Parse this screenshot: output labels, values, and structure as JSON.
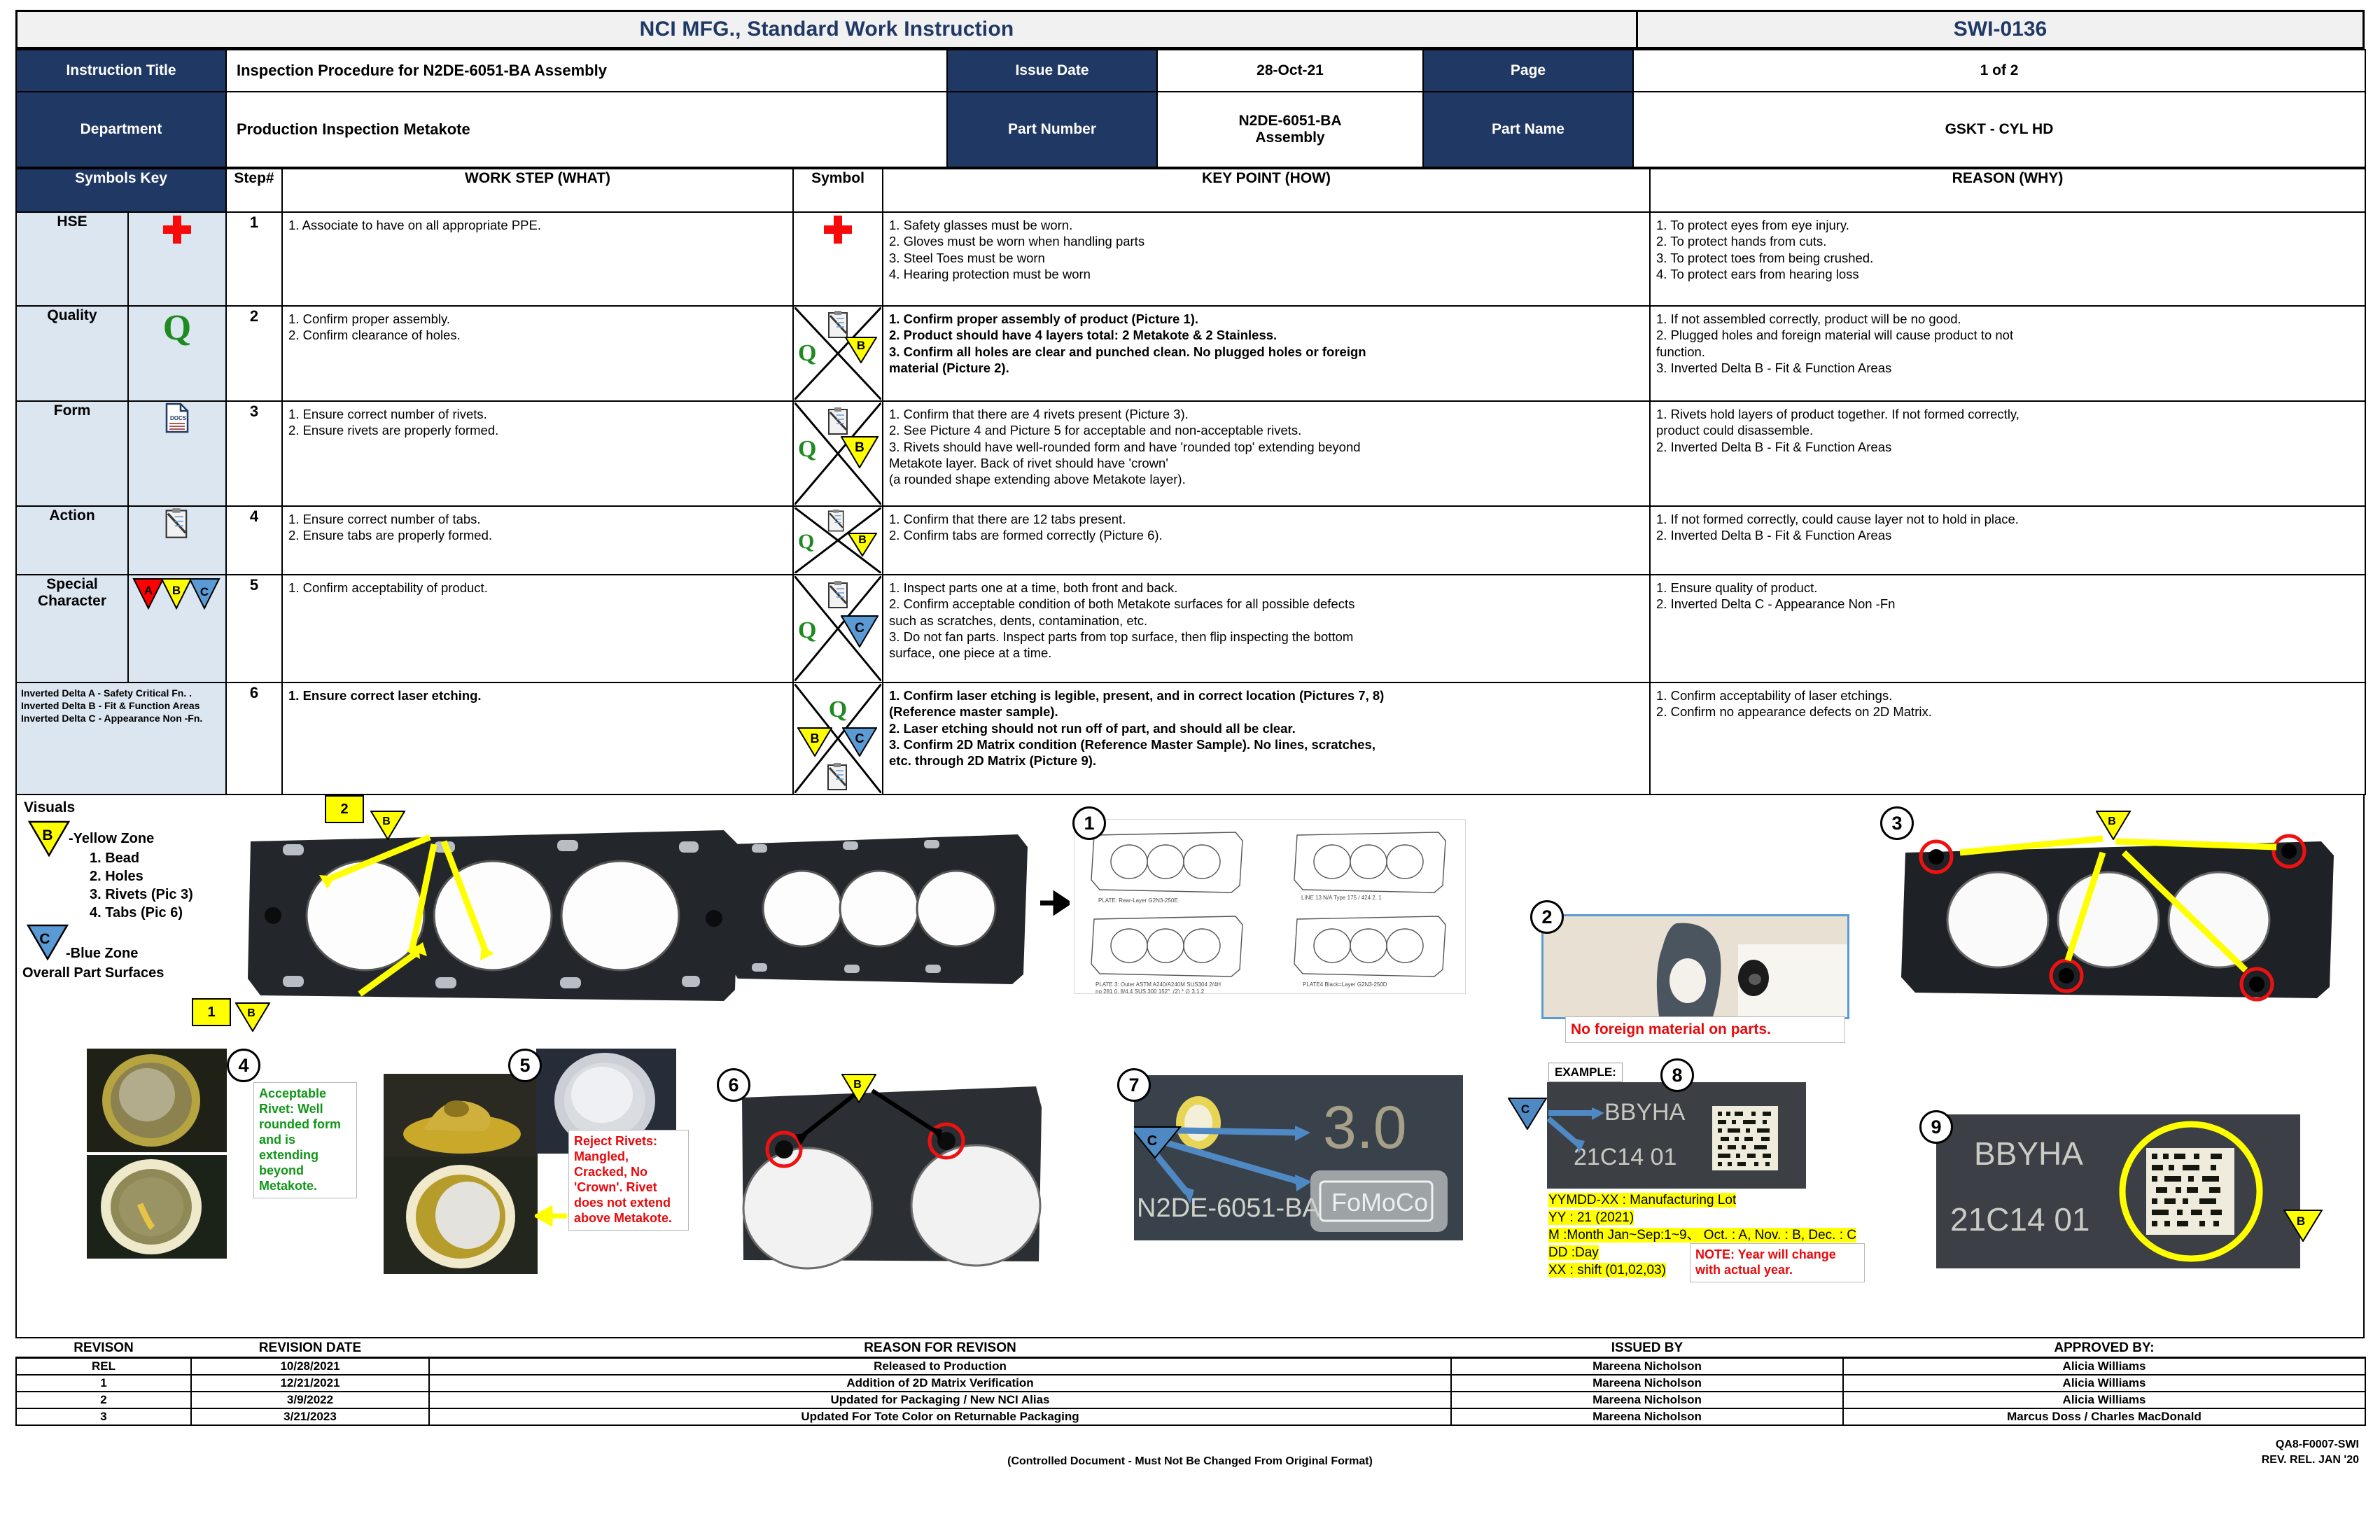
{
  "header": {
    "doc_title": "NCI MFG., Standard Work Instruction",
    "doc_number": "SWI-0136",
    "instruction_title_label": "Instruction Title",
    "instruction_title_value": "Inspection Procedure for N2DE-6051-BA Assembly",
    "issue_date_label": "Issue Date",
    "issue_date_value": "28-Oct-21",
    "page_label": "Page",
    "page_value": "1 of 2",
    "department_label": "Department",
    "department_value": "Production Inspection Metakote",
    "part_number_label": "Part Number",
    "part_number_value": "N2DE-6051-BA\nAssembly",
    "part_number_line1": "N2DE-6051-BA",
    "part_number_line2": "Assembly",
    "part_name_label": "Part Name",
    "part_name_value": "GSKT - CYL HD"
  },
  "columns": {
    "symbols_key": "Symbols Key",
    "step": "Step#",
    "work_step": "WORK STEP (WHAT)",
    "symbol": "Symbol",
    "key_point": "KEY POINT (HOW)",
    "reason": "REASON (WHY)"
  },
  "symbols_key": [
    {
      "name": "HSE",
      "icon": "red-cross-icon"
    },
    {
      "name": "Quality",
      "icon": "green-q-icon"
    },
    {
      "name": "Form",
      "icon": "docs-form-icon"
    },
    {
      "name": "Action",
      "icon": "clipboard-pen-icon"
    },
    {
      "name": "Special Character",
      "icon": "abc-triangles-icon"
    }
  ],
  "delta_legend": [
    "Inverted Delta A - Safety Critical Fn. .",
    "Inverted Delta B - Fit & Function Areas",
    "Inverted Delta C  - Appearance Non -Fn."
  ],
  "rows": [
    {
      "step": "1",
      "work_step": [
        "1. Associate to have on all appropriate PPE."
      ],
      "symbol": "red-cross-icon",
      "key_point": [
        "1. Safety glasses must be worn.",
        "2. Gloves must be worn when handling parts",
        "3. Steel Toes must be worn",
        "4. Hearing protection must be worn"
      ],
      "key_point_bold": false,
      "reason": [
        "1. To protect eyes from eye injury.",
        "2. To protect hands from cuts.",
        "3. To protect toes from being crushed.",
        "4. To protect ears from hearing loss"
      ]
    },
    {
      "step": "2",
      "work_step": [
        "1. Confirm proper assembly.",
        "2. Confirm clearance of holes."
      ],
      "symbol": "q-clipboard-b-triangle",
      "key_point": [
        "1. Confirm proper assembly of product (Picture 1).",
        "2. Product should have 4 layers total: 2 Metakote & 2 Stainless.",
        "3. Confirm all holes are clear and punched clean. No plugged holes or foreign",
        "material (Picture 2)."
      ],
      "key_point_bold": true,
      "reason": [
        "1. If not assembled correctly, product will be no good.",
        "2. Plugged holes and foreign material will cause product to not",
        "function.",
        "3. Inverted Delta B - Fit & Function Areas"
      ]
    },
    {
      "step": "3",
      "work_step": [
        "1. Ensure correct number of rivets.",
        "2. Ensure rivets are properly formed."
      ],
      "symbol": "q-clipboard-b-triangle",
      "key_point": [
        "1. Confirm that there are 4 rivets present (Picture 3).",
        "2. See Picture 4 and Picture 5 for acceptable and non-acceptable rivets.",
        "3. Rivets should have well-rounded form and have 'rounded top' extending beyond",
        "Metakote layer. Back of rivet should have 'crown'",
        "(a rounded shape extending above Metakote layer)."
      ],
      "key_point_bold": false,
      "reason": [
        "1. Rivets hold layers of product together. If not formed correctly,",
        "product could disassemble.",
        "2. Inverted Delta B - Fit & Function Areas"
      ]
    },
    {
      "step": "4",
      "work_step": [
        "1. Ensure correct number of tabs.",
        "2. Ensure tabs are properly formed."
      ],
      "symbol": "q-clipboard-b-triangle",
      "key_point": [
        "1. Confirm that there are 12 tabs present.",
        "2. Confirm tabs are formed correctly (Picture 6)."
      ],
      "key_point_bold": false,
      "reason": [
        "1. If not formed correctly, could cause layer not to hold in place.",
        "2. Inverted Delta B - Fit & Function Areas"
      ]
    },
    {
      "step": "5",
      "work_step": [
        "1. Confirm acceptability of product."
      ],
      "symbol": "q-clipboard-c-triangle",
      "key_point": [
        "1. Inspect parts one at a time, both front and back.",
        "2. Confirm acceptable condition of both Metakote surfaces for all possible defects",
        "such as scratches, dents, contamination, etc.",
        "3. Do not fan parts. Inspect parts from top surface, then flip inspecting the bottom",
        "surface, one piece at a time."
      ],
      "key_point_bold": false,
      "reason": [
        "1. Ensure quality of product.",
        "2. Inverted Delta C  - Appearance Non -Fn"
      ]
    },
    {
      "step": "6",
      "work_step": [
        "1. Ensure correct laser etching."
      ],
      "work_step_bold": true,
      "symbol": "q-b-c-clipboard",
      "key_point": [
        "1. Confirm laser etching is legible, present, and in correct location (Pictures 7, 8)",
        "(Reference master sample).",
        "2. Laser etching should not run off of part, and should all be clear.",
        "3. Confirm 2D Matrix condition (Reference Master Sample). No lines, scratches,",
        "etc. through 2D Matrix (Picture 9)."
      ],
      "key_point_bold": true,
      "reason": [
        "1. Confirm acceptability of laser etchings.",
        "2. Confirm no appearance defects on 2D Matrix."
      ]
    }
  ],
  "visuals": {
    "title": "Visuals",
    "yellow_zone_label": "-Yellow Zone",
    "yellow_zone_badge": "B",
    "yellow_items": [
      "1. Bead",
      "2. Holes",
      "3. Rivets (Pic 3)",
      "4. Tabs (Pic 6)"
    ],
    "blue_zone_badge": "C",
    "blue_zone_label": "-Blue Zone",
    "blue_zone_sub": "Overall Part Surfaces",
    "callouts": [
      "1",
      "2",
      "3",
      "4",
      "5",
      "6",
      "7",
      "8",
      "9"
    ],
    "zone_markers": [
      "1",
      "2",
      "3"
    ],
    "note_pic4": "Acceptable Rivet: Well rounded form and is extending beyond Metakote.",
    "note_pic5": "Reject Rivets: Mangled, Cracked, No 'Crown'. Rivet does not extend above Metakote.",
    "note_pic2": "No foreign material on parts.",
    "example_label": "EXAMPLE:",
    "etch_line1": "BBYHA",
    "etch_line2": "21C14 01",
    "etch_pic7_partno": "N2DE-6051-BA",
    "etch_pic7_thickness": "3.0",
    "etch_pic7_brand": "FoMoCo",
    "lot_legend": [
      "YYMDD-XX : Manufacturing Lot",
      "YY : 21 (2021)",
      "M   :Month Jan~Sep:1~9、  Oct. : A, Nov. : B, Dec. : C",
      "DD  :Day",
      "XX : shift (01,02,03)"
    ],
    "lot_note": "NOTE: Year will change with actual year."
  },
  "revision_table": {
    "headers": [
      "REVISON",
      "REVISION DATE",
      "REASON FOR REVISON",
      "ISSUED BY",
      "APPROVED BY:"
    ],
    "rows": [
      {
        "rev": "REL",
        "date": "10/28/2021",
        "reason": "Released to Production",
        "issued": "Mareena Nicholson",
        "approved": "Alicia Williams"
      },
      {
        "rev": "1",
        "date": "12/21/2021",
        "reason": "Addition of 2D Matrix Verification",
        "issued": "Mareena Nicholson",
        "approved": "Alicia Williams"
      },
      {
        "rev": "2",
        "date": "3/9/2022",
        "reason": "Updated for Packaging / New NCI Alias",
        "issued": "Mareena Nicholson",
        "approved": "Alicia Williams"
      },
      {
        "rev": "3",
        "date": "3/21/2023",
        "reason": "Updated For Tote Color on Returnable Packaging",
        "issued": "Mareena Nicholson",
        "approved": "Marcus Doss / Charles MacDonald"
      }
    ]
  },
  "footer": {
    "center": "(Controlled Document - Must Not Be Changed From Original Format)",
    "right_line1": "QA8-F0007-SWI",
    "right_line2": "REV. REL. JAN '20"
  },
  "colors": {
    "header_blue": "#1f3864",
    "light_blue": "#dce6f1",
    "green": "#1f8a1f",
    "red": "#e8090c",
    "yellow": "#ffff00",
    "blue_triangle": "#5b9bd5"
  }
}
